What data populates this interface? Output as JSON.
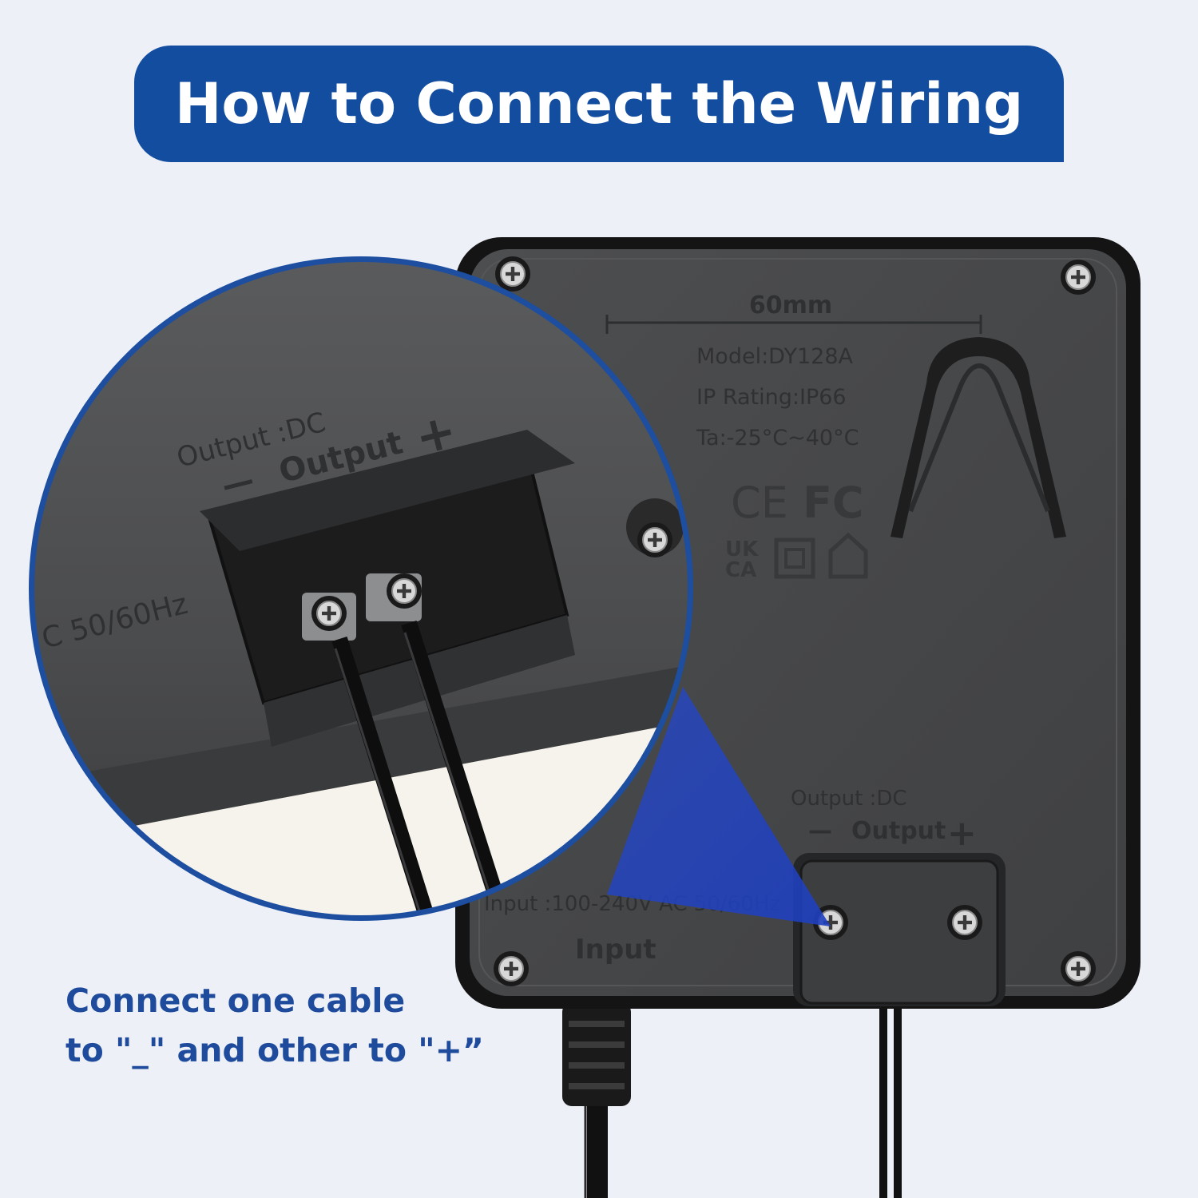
{
  "header": {
    "title": "How to Connect the Wiring"
  },
  "caption": {
    "line1": "Connect one cable",
    "line2": "to \"_\" and other to \"+”"
  },
  "device": {
    "dimension": "60mm",
    "model": "Model:DY128A",
    "ip_rating": "IP Rating:IP66",
    "temperature": "Ta:-25°C~40°C",
    "cert_ce": "CE",
    "cert_fc": "FC",
    "cert_ukca_top": "UK",
    "cert_ukca_bottom": "CA",
    "output_type": "Output :DC",
    "output_minus": "—",
    "output_label": "Output",
    "output_plus": "+",
    "input_spec": "Input :100-240V AC 50/60Hz",
    "input_label": "Input"
  },
  "zoom": {
    "output_type": "Output :DC",
    "output_minus": "—",
    "output_label": "Output",
    "output_plus": "+",
    "input_partial": "C 50/60Hz"
  },
  "colors": {
    "background": "#eef0f8",
    "banner": "#134da0",
    "caption": "#1f4b9c",
    "device_body": "#474849",
    "device_edge": "#161617",
    "zoom_border": "#1d4ea0"
  }
}
